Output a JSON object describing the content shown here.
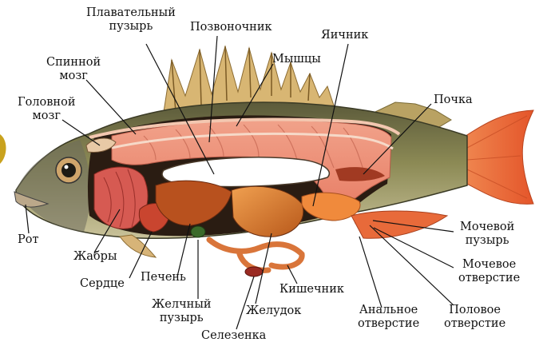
{
  "labels": {
    "swim_bladder": [
      "Плавательный",
      "пузырь"
    ],
    "spine": "Позвоночник",
    "ovary": "Яичник",
    "spinal_cord": [
      "Спинной",
      "мозг"
    ],
    "muscles": "Мышцы",
    "brain": [
      "Головной",
      "мозг"
    ],
    "kidney": "Почка",
    "mouth": "Рот",
    "gills": "Жабры",
    "heart": "Сердце",
    "liver": "Печень",
    "gallbladder": [
      "Желчный",
      "пузырь"
    ],
    "spleen": "Селезенка",
    "stomach": "Желудок",
    "intestine": "Кишечник",
    "anal_opening": [
      "Анальное",
      "отверстие"
    ],
    "genital_opening": [
      "Половое",
      "отверстие"
    ],
    "urinary_opening": [
      "Мочевое",
      "отверстие"
    ],
    "urinary_bladder": [
      "Мочевой",
      "пузырь"
    ]
  }
}
